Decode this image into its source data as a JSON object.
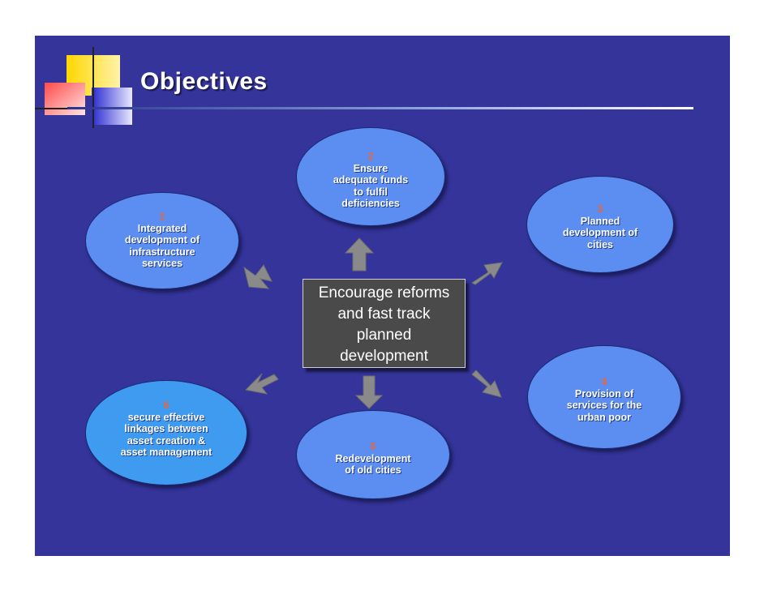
{
  "slide": {
    "title": "Objectives",
    "center_text": "Encourage reforms\nand fast track\nplanned\ndevelopment"
  },
  "nodes": [
    {
      "number": "1",
      "text": "Integrated\ndevelopment of\ninfrastructure\nservices"
    },
    {
      "number": "2",
      "text": "Ensure\nadequate funds\nto fulfil\ndeficiencies"
    },
    {
      "number": "3",
      "text": "Planned\ndevelopment of\ncities"
    },
    {
      "number": "4",
      "text": "Provision of\nservices for the\nurban poor"
    },
    {
      "number": "5",
      "text": "Redevelopment\nof old cities"
    },
    {
      "number": "6",
      "text": "secure effective\nlinkages between\nasset creation &\nasset management"
    }
  ],
  "colors": {
    "background": "#34349a",
    "node_fill": "#5b8ef0",
    "node_highlight_fill": "#3f9bf0",
    "number_color": "#e8663c",
    "arrow_color": "#8a8a8a",
    "center_box": "#4a4a4a"
  }
}
